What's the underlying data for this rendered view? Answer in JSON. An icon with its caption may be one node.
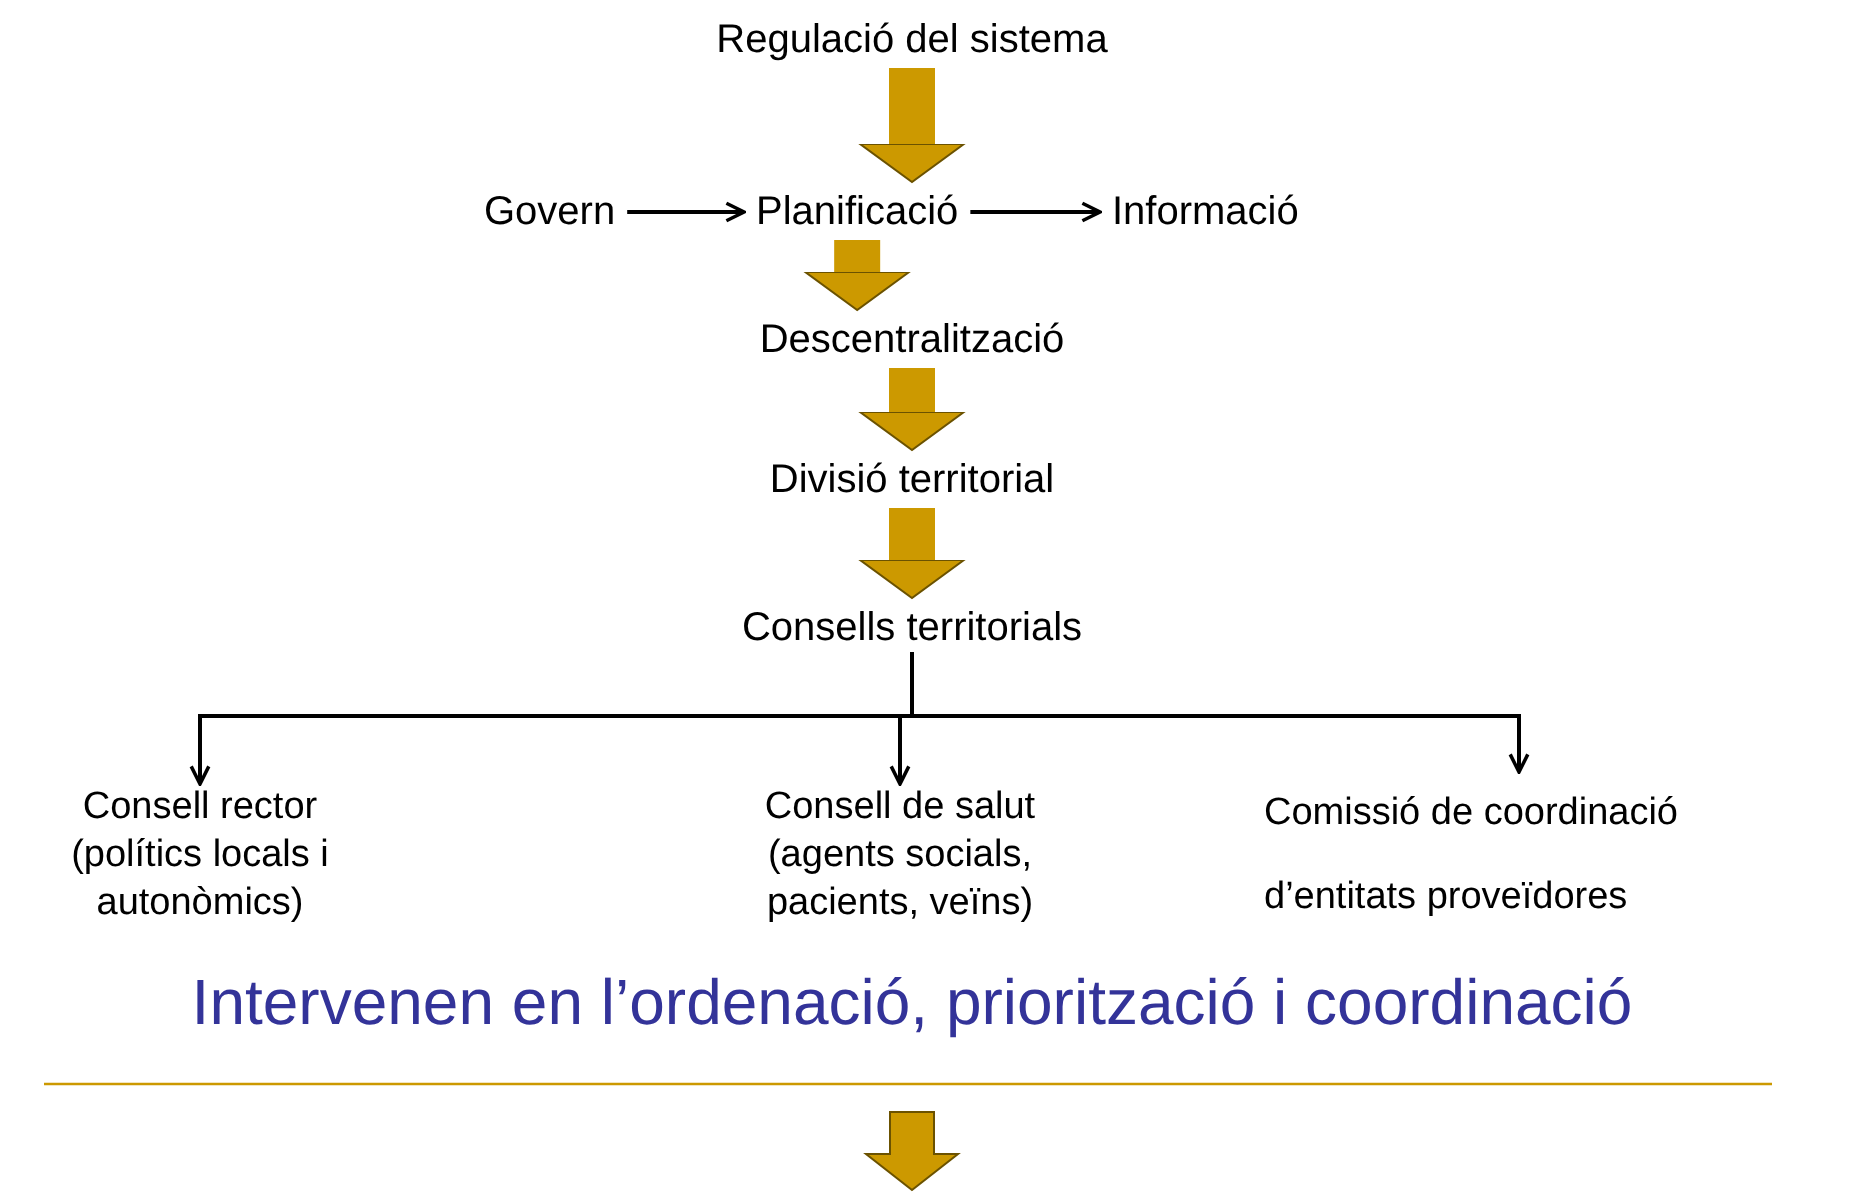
{
  "diagram": {
    "nodes": [
      {
        "text": [
          "Regulació del sistema"
        ]
      },
      {
        "text": [
          "Govern"
        ]
      },
      {
        "text": [
          "Planificació"
        ]
      },
      {
        "text": [
          "Informació"
        ]
      },
      {
        "text": [
          "Descentralització"
        ]
      },
      {
        "text": [
          "Divisió territorial"
        ]
      },
      {
        "text": [
          "Consells territorials"
        ]
      },
      {
        "text": [
          "Consell rector (polítics locals i autonòmics)"
        ]
      },
      {
        "text": [
          "Consell de salut (agents socials, pacients, veïns)"
        ]
      },
      {
        "text": [
          "Comissió de coordinació d’entitats proveïdores"
        ]
      },
      {
        "text": [
          "Intervenen en l’ordenació, priorització i coordinació"
        ]
      }
    ],
    "edges": [
      {
        "from": 0,
        "to": 2,
        "arrow": "to",
        "style": "thick",
        "color": "#cc9900"
      },
      {
        "from": 1,
        "to": 2,
        "arrow": "to",
        "color": "#000000"
      },
      {
        "from": 2,
        "to": 3,
        "arrow": "to",
        "color": "#000000"
      },
      {
        "from": 2,
        "to": 4,
        "arrow": "to",
        "style": "thick",
        "color": "#cc9900"
      },
      {
        "from": 4,
        "to": 5,
        "arrow": "to",
        "style": "thick",
        "color": "#cc9900"
      },
      {
        "from": 5,
        "to": 6,
        "arrow": "to",
        "style": "thick",
        "color": "#cc9900"
      },
      {
        "from": 6,
        "to": 7,
        "arrow": "to",
        "color": "#000000"
      },
      {
        "from": 6,
        "to": 8,
        "arrow": "to",
        "color": "#000000"
      },
      {
        "from": 6,
        "to": 9,
        "arrow": "to",
        "color": "#000000"
      }
    ]
  }
}
